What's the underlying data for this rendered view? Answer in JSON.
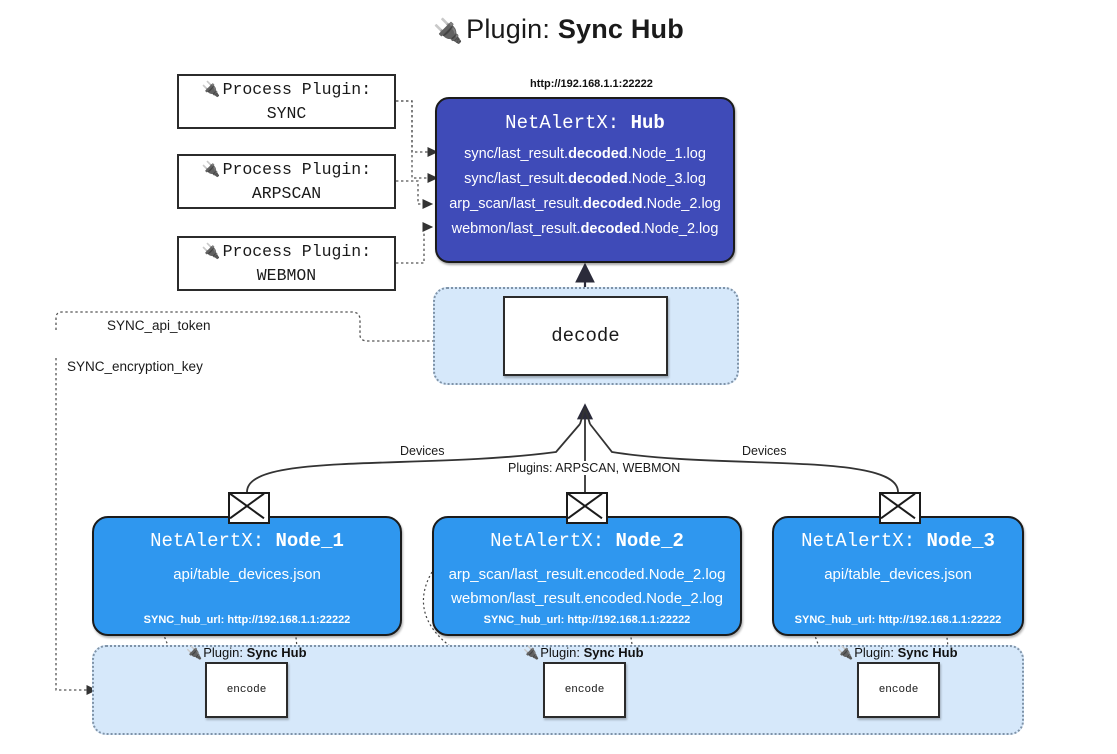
{
  "title": {
    "icon": "plug-icon",
    "icon_glyph": "🔌",
    "prefix": "Plugin: ",
    "name": "Sync Hub"
  },
  "process_plugins": [
    {
      "line1": "Process Plugin:",
      "line2": "SYNC",
      "icon": "plug-icon",
      "icon_glyph": "🔌"
    },
    {
      "line1": "Process Plugin:",
      "line2": "ARPSCAN",
      "icon": "plug-icon",
      "icon_glyph": "🔌"
    },
    {
      "line1": "Process Plugin:",
      "line2": "WEBMON",
      "icon": "plug-icon",
      "icon_glyph": "🔌"
    }
  ],
  "hub": {
    "url": "http://192.168.1.1:22222",
    "title_prefix": "NetAlertX: ",
    "title_name": "Hub",
    "lines": [
      {
        "pre": "sync/last_result.",
        "mid": "decoded",
        "post": ".Node_1.log"
      },
      {
        "pre": "sync/last_result.",
        "mid": "decoded",
        "post": ".Node_3.log"
      },
      {
        "pre": "arp_scan/last_result.",
        "mid": "decoded",
        "post": ".Node_2.log"
      },
      {
        "pre": "webmon/last_result.",
        "mid": "decoded",
        "post": ".Node_2.log"
      }
    ],
    "color": "#3f4bb8"
  },
  "decode": {
    "label": "decode"
  },
  "keys": [
    {
      "label": "SYNC_api_token"
    },
    {
      "label": "SYNC_encryption_key"
    }
  ],
  "edge_labels": {
    "left": "Devices",
    "center": "Plugins: ARPSCAN, WEBMON",
    "right": "Devices"
  },
  "nodes": [
    {
      "title_prefix": "NetAlertX: ",
      "title_name": "Node_1",
      "rows": [
        "api/table_devices.json"
      ],
      "hub_url": "SYNC_hub_url: http://192.168.1.1:22222",
      "icon": "envelope-icon",
      "color": "#2f97ef"
    },
    {
      "title_prefix": "NetAlertX: ",
      "title_name": "Node_2",
      "rows": [
        "arp_scan/last_result.encoded.Node_2.log",
        "webmon/last_result.encoded.Node_2.log"
      ],
      "hub_url": "SYNC_hub_url: http://192.168.1.1:22222",
      "icon": "envelope-icon",
      "color": "#2f97ef"
    },
    {
      "title_prefix": "NetAlertX: ",
      "title_name": "Node_3",
      "rows": [
        "api/table_devices.json"
      ],
      "hub_url": "SYNC_hub_url: http://192.168.1.1:22222",
      "icon": "envelope-icon",
      "color": "#2f97ef"
    }
  ],
  "encoders": [
    {
      "tag_prefix": "Plugin: ",
      "tag_name": "Sync Hub",
      "label": "encode",
      "icon": "plug-icon",
      "icon_glyph": "🔌"
    },
    {
      "tag_prefix": "Plugin: ",
      "tag_name": "Sync Hub",
      "label": "encode",
      "icon": "plug-icon",
      "icon_glyph": "🔌"
    },
    {
      "tag_prefix": "Plugin: ",
      "tag_name": "Sync Hub",
      "label": "encode",
      "icon": "plug-icon",
      "icon_glyph": "🔌"
    }
  ],
  "colors": {
    "hub": "#3f4bb8",
    "node": "#2f97ef",
    "container": "#d6e8fa",
    "stroke": "#1b1b1b",
    "dotted": "#7f93a8"
  }
}
